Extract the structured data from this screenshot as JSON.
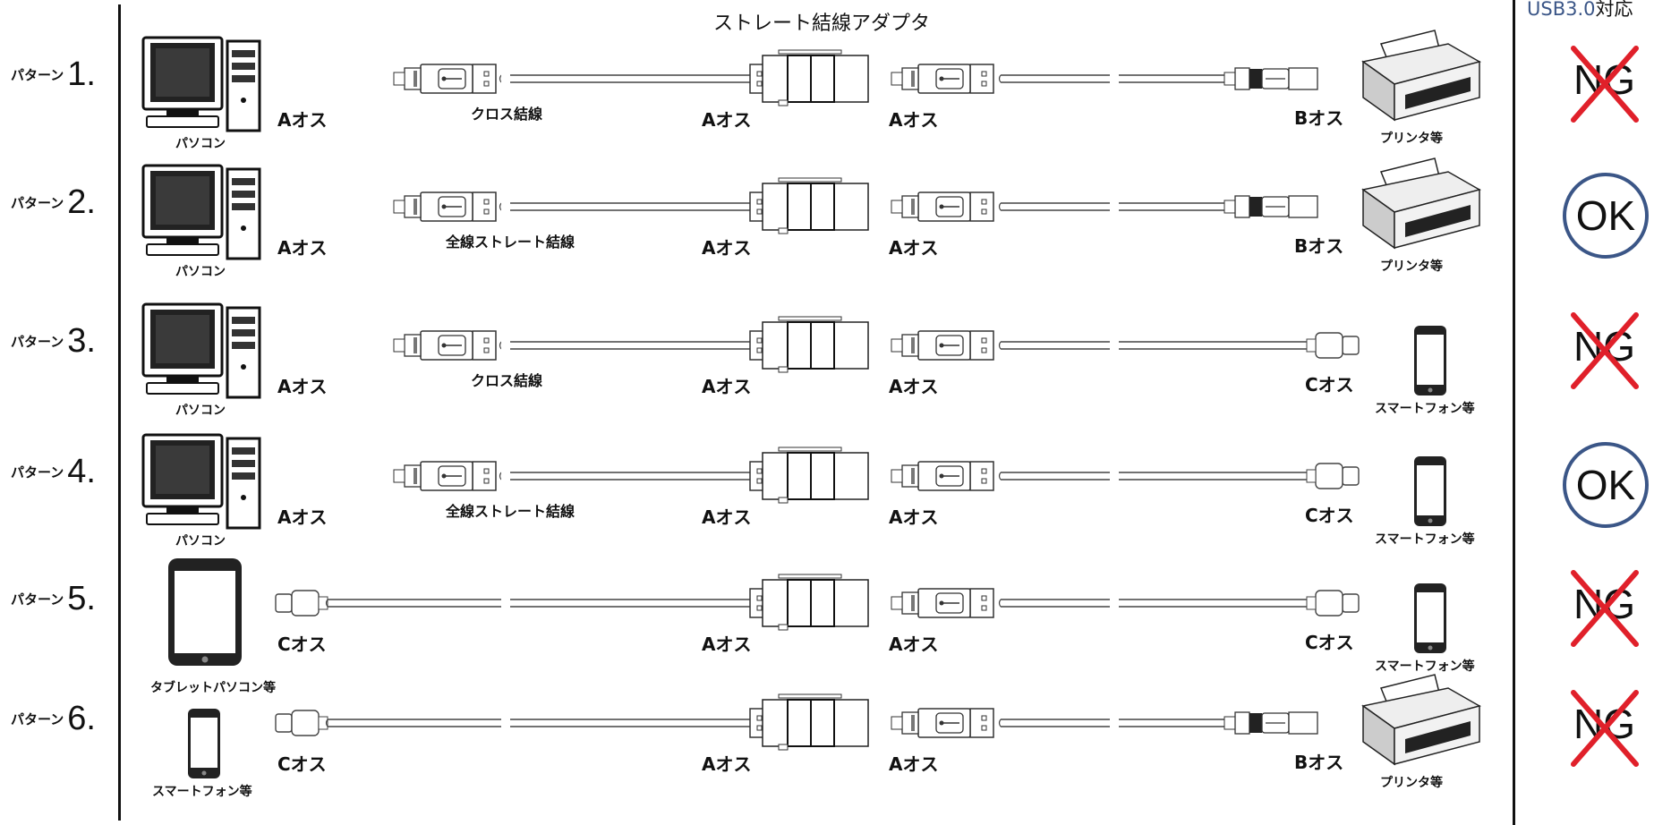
{
  "header": {
    "title": "ストレート結線アダプタ",
    "usb_label": "USB3.0",
    "usb_suffix": "対応"
  },
  "colors": {
    "ok_circle": "#3b5687",
    "ng_cross": "#e0202a",
    "header_blue": "#3b5687"
  },
  "patterns": [
    {
      "label": "パターン",
      "num": "1.",
      "left_device": "パソコン",
      "right_device": "プリンタ等",
      "plugs": [
        "Aオス",
        "Aオス",
        "Aオス",
        "Bオス"
      ],
      "wiring": "クロス結線",
      "result": "NG"
    },
    {
      "label": "パターン",
      "num": "2.",
      "left_device": "パソコン",
      "right_device": "プリンタ等",
      "plugs": [
        "Aオス",
        "Aオス",
        "Aオス",
        "Bオス"
      ],
      "wiring": "全線ストレート結線",
      "result": "OK"
    },
    {
      "label": "パターン",
      "num": "3.",
      "left_device": "パソコン",
      "right_device": "スマートフォン等",
      "plugs": [
        "Aオス",
        "Aオス",
        "Aオス",
        "Cオス"
      ],
      "wiring": "クロス結線",
      "result": "NG"
    },
    {
      "label": "パターン",
      "num": "4.",
      "left_device": "パソコン",
      "right_device": "スマートフォン等",
      "plugs": [
        "Aオス",
        "Aオス",
        "Aオス",
        "Cオス"
      ],
      "wiring": "全線ストレート結線",
      "result": "OK"
    },
    {
      "label": "パターン",
      "num": "5.",
      "left_device": "タブレットパソコン等",
      "right_device": "スマートフォン等",
      "plugs": [
        "Cオス",
        "Aオス",
        "Aオス",
        "Cオス"
      ],
      "wiring": "",
      "result": "NG"
    },
    {
      "label": "パターン",
      "num": "6.",
      "left_device": "スマートフォン等",
      "right_device": "プリンタ等",
      "plugs": [
        "Cオス",
        "Aオス",
        "Aオス",
        "Bオス"
      ],
      "wiring": "",
      "result": "NG"
    }
  ]
}
